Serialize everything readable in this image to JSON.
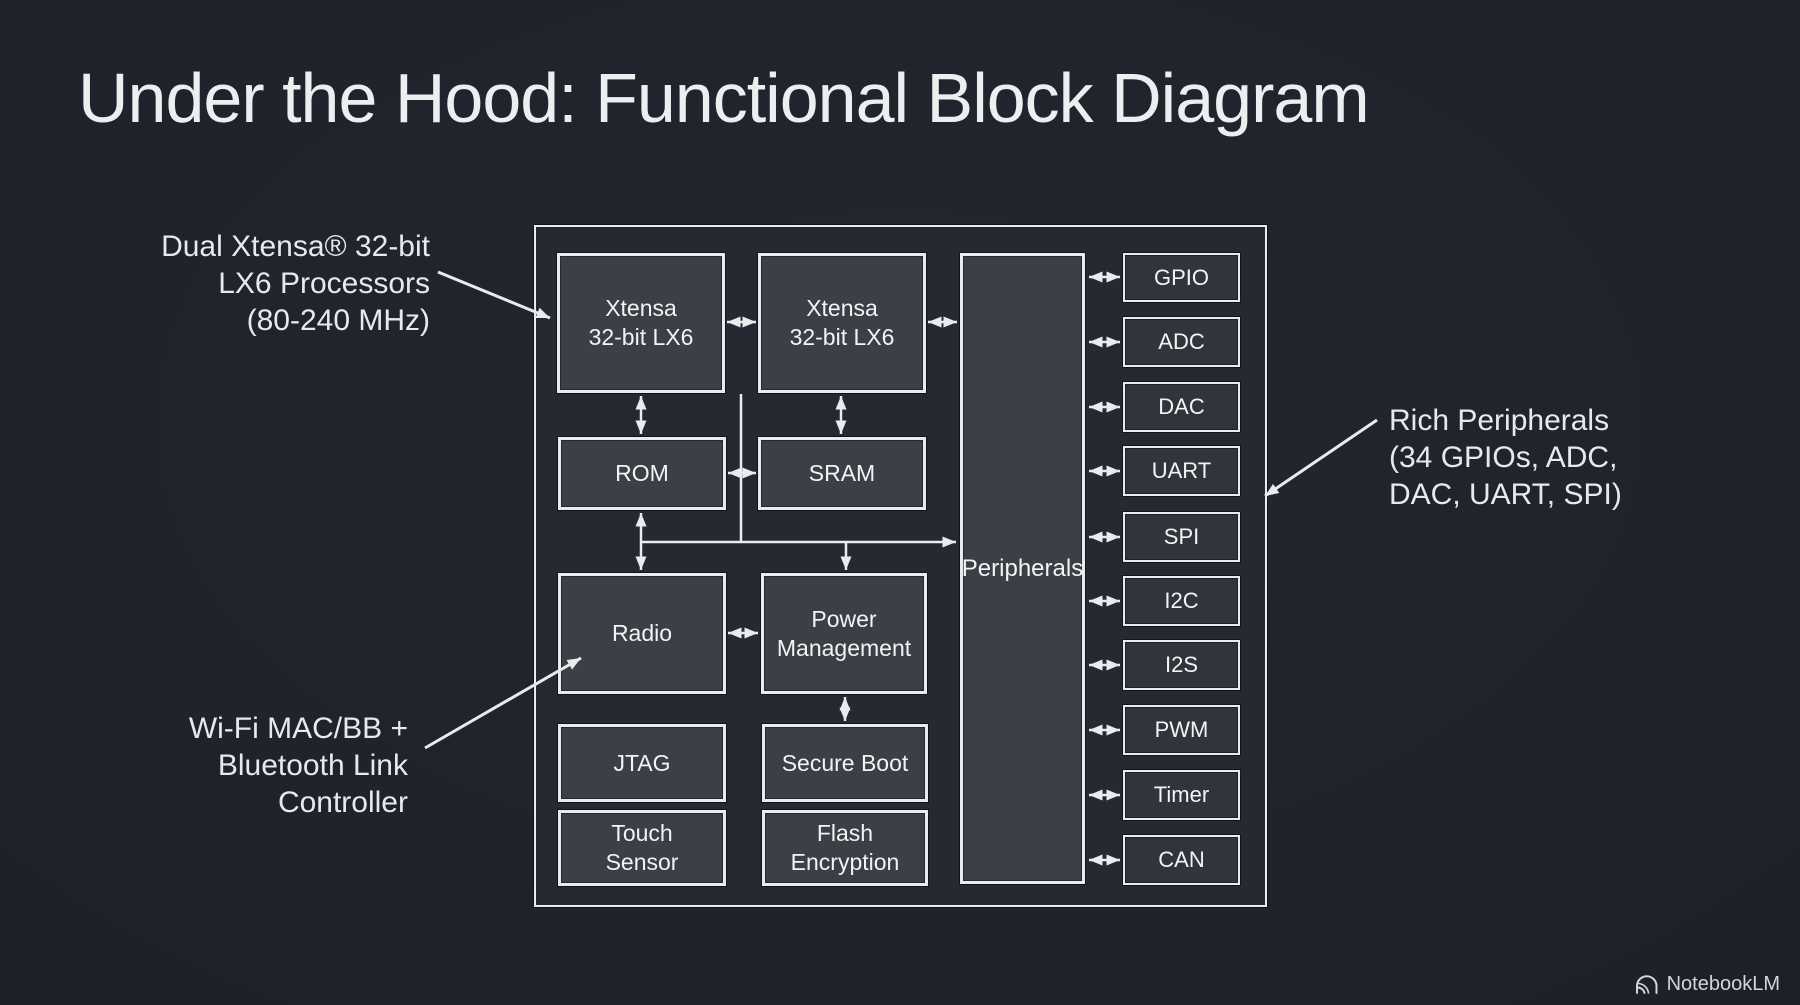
{
  "colors": {
    "background": "#1e222a",
    "container_fill": "#252932",
    "block_fill": "#3b3f46",
    "io_block_fill": "#30343b",
    "line": "#e9ebee",
    "text": "#f2f3f5"
  },
  "slide": {
    "title": "Under the Hood: Functional Block Diagram",
    "brand": "NotebookLM"
  },
  "callouts": {
    "cpu": "Dual Xtensa® 32-bit\nLX6 Processors\n(80-240 MHz)",
    "radio": "Wi-Fi MAC/BB +\nBluetooth Link\nController",
    "peripherals": "Rich Peripherals\n(34 GPIOs, ADC,\nDAC, UART, SPI)"
  },
  "diagram": {
    "blocks": {
      "cpu0": "Xtensa\n32-bit LX6",
      "cpu1": "Xtensa\n32-bit LX6",
      "rom": "ROM",
      "sram": "SRAM",
      "radio": "Radio",
      "power": "Power\nManagement",
      "jtag": "JTAG",
      "secure_boot": "Secure Boot",
      "touch_sensor": "Touch\nSensor",
      "flash_encryption": "Flash\nEncryption",
      "peripherals": "Peripherals"
    },
    "io_blocks": [
      {
        "label": "GPIO"
      },
      {
        "label": "ADC"
      },
      {
        "label": "DAC"
      },
      {
        "label": "UART"
      },
      {
        "label": "SPI"
      },
      {
        "label": "I2C"
      },
      {
        "label": "I2S"
      },
      {
        "label": "PWM"
      },
      {
        "label": "Timer"
      },
      {
        "label": "CAN"
      }
    ]
  }
}
